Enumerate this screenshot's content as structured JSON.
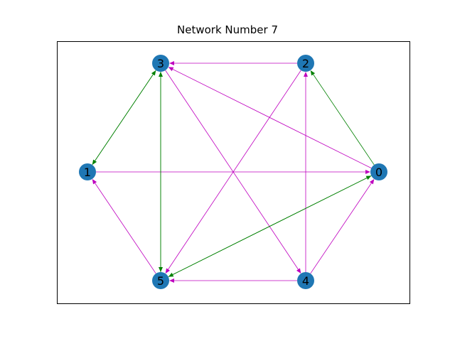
{
  "title": "Network Number 7",
  "colors": {
    "node": "#1f77b4",
    "green": "#008000",
    "magenta": "#bf00bf",
    "frame": "#000000"
  },
  "nodes": [
    {
      "id": "0",
      "label": "0"
    },
    {
      "id": "1",
      "label": "1"
    },
    {
      "id": "2",
      "label": "2"
    },
    {
      "id": "3",
      "label": "3"
    },
    {
      "id": "4",
      "label": "4"
    },
    {
      "id": "5",
      "label": "5"
    }
  ],
  "edges": [
    {
      "from": "0",
      "to": "2",
      "color": "green"
    },
    {
      "from": "0",
      "to": "3",
      "color": "magenta"
    },
    {
      "from": "1",
      "to": "0",
      "color": "magenta"
    },
    {
      "from": "2",
      "to": "3",
      "color": "magenta"
    },
    {
      "from": "2",
      "to": "5",
      "color": "magenta"
    },
    {
      "from": "3",
      "to": "1",
      "color": "green"
    },
    {
      "from": "1",
      "to": "3",
      "color": "green"
    },
    {
      "from": "3",
      "to": "4",
      "color": "magenta"
    },
    {
      "from": "3",
      "to": "5",
      "color": "green"
    },
    {
      "from": "5",
      "to": "3",
      "color": "green"
    },
    {
      "from": "4",
      "to": "2",
      "color": "magenta"
    },
    {
      "from": "4",
      "to": "0",
      "color": "magenta"
    },
    {
      "from": "4",
      "to": "5",
      "color": "magenta"
    },
    {
      "from": "5",
      "to": "0",
      "color": "green"
    },
    {
      "from": "0",
      "to": "5",
      "color": "green"
    },
    {
      "from": "5",
      "to": "1",
      "color": "magenta"
    }
  ]
}
